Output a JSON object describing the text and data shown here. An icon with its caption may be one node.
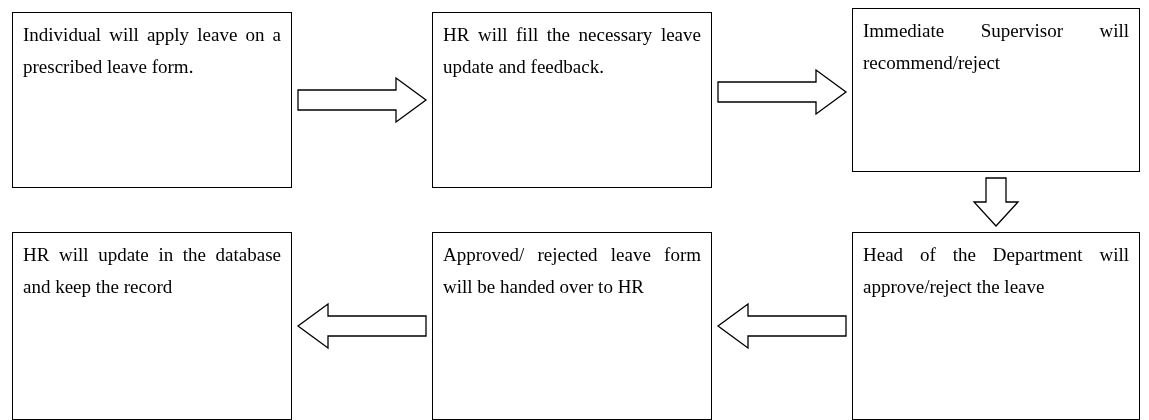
{
  "diagram": {
    "nodes": [
      {
        "text": [
          "Individual will apply leave on a prescribed leave form."
        ]
      },
      {
        "text": [
          "HR will fill the necessary leave update and feedback."
        ]
      },
      {
        "text": [
          "Immediate Supervisor will recommend/reject"
        ]
      },
      {
        "text": [
          "Head of the Department will approve/reject the leave"
        ]
      },
      {
        "text": [
          "Approved/ rejected leave form will be handed over to HR"
        ]
      },
      {
        "text": [
          "HR will update in the database and keep the record"
        ]
      }
    ],
    "edges": [
      {
        "from": 0,
        "to": 1,
        "arrow": "to"
      },
      {
        "from": 1,
        "to": 2,
        "arrow": "to"
      },
      {
        "from": 2,
        "to": 3,
        "arrow": "to"
      },
      {
        "from": 3,
        "to": 4,
        "arrow": "to"
      },
      {
        "from": 4,
        "to": 5,
        "arrow": "to"
      }
    ]
  }
}
